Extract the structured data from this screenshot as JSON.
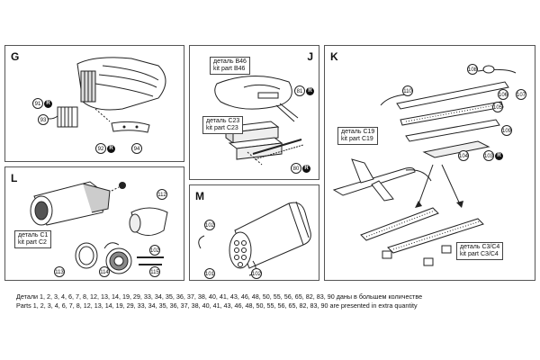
{
  "panels": {
    "G": {
      "label": "G",
      "callouts": [
        {
          "num": "91",
          "mark": "R"
        },
        {
          "num": "93",
          "mark": ""
        },
        {
          "num": "92",
          "mark": "R"
        },
        {
          "num": "94",
          "mark": ""
        }
      ]
    },
    "J": {
      "label": "J",
      "kit_b46": {
        "ru": "деталь B46",
        "en": "kit part B46"
      },
      "kit_c23": {
        "ru": "деталь C23",
        "en": "kit part C23"
      },
      "callouts": [
        {
          "num": "81",
          "mark": "R"
        },
        {
          "num": "80",
          "mark": "R"
        }
      ]
    },
    "K": {
      "label": "K",
      "kit_c19": {
        "ru": "деталь C19",
        "en": "kit part C19"
      },
      "kit_c3c4": {
        "ru": "деталь C3/C4",
        "en": "kit part C3/C4"
      },
      "callouts": [
        {
          "num": "108",
          "mark": ""
        },
        {
          "num": "110",
          "mark": ""
        },
        {
          "num": "106",
          "mark": ""
        },
        {
          "num": "107",
          "mark": ""
        },
        {
          "num": "105",
          "mark": ""
        },
        {
          "num": "109",
          "mark": ""
        },
        {
          "num": "104",
          "mark": ""
        },
        {
          "num": "103",
          "mark": "R"
        }
      ]
    },
    "L": {
      "label": "L",
      "kit_c1c2": {
        "ru": "деталь C1",
        "en": "kit part C2"
      },
      "callouts": [
        {
          "num": "112",
          "mark": ""
        },
        {
          "num": "102",
          "mark": ""
        },
        {
          "num": "114",
          "mark": ""
        },
        {
          "num": "113",
          "mark": ""
        },
        {
          "num": "115",
          "mark": ""
        }
      ]
    },
    "M": {
      "label": "M",
      "callouts": [
        {
          "num": "102",
          "mark": ""
        },
        {
          "num": "101",
          "mark": ""
        },
        {
          "num": "102",
          "mark": ""
        }
      ]
    }
  },
  "caption": {
    "ru": "Детали 1, 2, 3, 4, 6, 7, 8, 12, 13, 14, 19, 29, 33, 34, 35, 36, 37, 38, 40, 41, 43, 46, 48, 50, 55, 56, 65, 82, 83, 90 даны в большем количестве",
    "en": "Parts 1, 2, 3, 4, 6, 7, 8, 12, 13, 14, 19, 29, 33, 34, 35, 36, 37, 38, 40, 41, 43, 46, 48, 50, 55, 56, 65, 82, 83, 90 are presented in extra quantity"
  }
}
